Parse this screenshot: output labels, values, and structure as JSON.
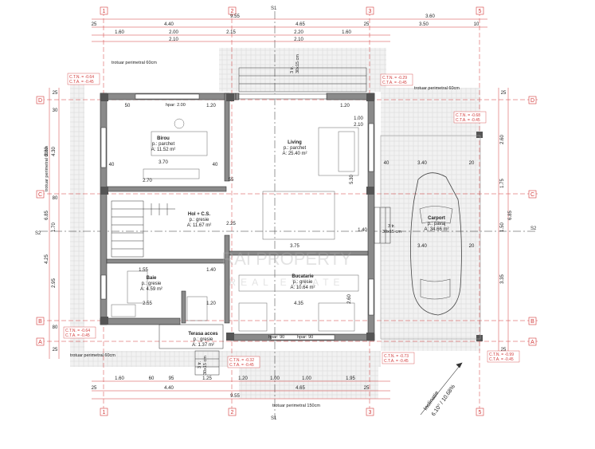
{
  "grid": {
    "vertical": [
      "1",
      "2",
      "3",
      "5"
    ],
    "horizontal": [
      "D",
      "C",
      "B",
      "A"
    ]
  },
  "section_markers": [
    "S1",
    "S1",
    "S2",
    "S2"
  ],
  "dims_top_row1": [
    "9.55",
    "3.60"
  ],
  "dims_top_row2": [
    "25",
    "4.40",
    "4.65",
    "25",
    "3.50",
    "10"
  ],
  "dims_top_row3": [
    "1.60",
    "2.00",
    "2.15",
    "2.20",
    "1.60"
  ],
  "dims_top_row4": [
    "2.10",
    "2.10"
  ],
  "dims_bottom_row1": [
    "1.60",
    "60",
    "95",
    "1.25",
    "1.20",
    "1.00",
    "1.00",
    "1.95"
  ],
  "dims_bottom_row2": [
    "25",
    "4.40",
    "4.65",
    "25"
  ],
  "dims_bottom_row3": [
    "9.55"
  ],
  "dims_left": [
    "25",
    "30",
    "4.30",
    "3.30",
    "6.85",
    "80",
    "1.70",
    "4.25",
    "2.95",
    "80",
    "25"
  ],
  "dims_right": [
    "25",
    "6.85",
    "2.60",
    "1.75",
    "1.50",
    "3.35",
    "25"
  ],
  "rooms": [
    {
      "name": "Birou",
      "floor": "p.: parchet",
      "area": "A: 11.52 m²"
    },
    {
      "name": "Living",
      "floor": "p.: parchet",
      "area": "A: 25.40 m²"
    },
    {
      "name": "Hol + C.S.",
      "floor": "p.: gresie",
      "area": "A: 11.67 m²"
    },
    {
      "name": "Baie",
      "floor": "p.: gresie",
      "area": "A: 4.59 m²"
    },
    {
      "name": "Bucatarie",
      "floor": "p.: gresie",
      "area": "A: 10.64 m²"
    },
    {
      "name": "Terasa acces",
      "floor": "p.: gresie",
      "area": "A: 1.37 m²"
    },
    {
      "name": "Carport",
      "floor": "p.: pavaj",
      "area": "A: 34.66 m²"
    }
  ],
  "annotations": {
    "sidewalk_top": "trotuar perimetral 60cm",
    "sidewalk_right": "trotuar perimetral 60cm",
    "sidewalk_left": "trotuar perimetral 60cm",
    "sidewalk_bottom_left": "trotuar perimetral 60cm",
    "sidewalk_bottom": "trotuar perimetral 150cm",
    "steps_top": "3 tr.",
    "steps_top_size": "30x15 cm",
    "steps_right": "3 tr.",
    "steps_right_size": "30x15 cm",
    "steps_bottom": "3 tr.",
    "steps_bottom_size": "30x15 cm",
    "slope": "Inclinatie",
    "slope_value": "6.10° / 10.68%",
    "hparap_1": "hpar: 2.00",
    "hparap_2": "hpar: 90",
    "hparap_3": "hpar: 90"
  },
  "levels": [
    {
      "a": "C.T.N. = -0.64",
      "b": "C.T.A. = -0.45"
    },
    {
      "a": "C.T.N. = -0.29",
      "b": "C.T.A. = -0.45"
    },
    {
      "a": "C.T.N. = -0.68",
      "b": "C.T.A. = -0.45"
    },
    {
      "a": "C.T.N. = -0.64",
      "b": "C.T.A. = -0.45"
    },
    {
      "a": "C.T.N. = -0.32",
      "b": "C.T.A. = -0.45"
    },
    {
      "a": "C.T.N. = -0.73",
      "b": "C.T.A. = -0.45"
    },
    {
      "a": "C.T.N. = -0.99",
      "b": "C.T.A. = -0.45"
    }
  ],
  "interior_dims": [
    "50",
    "1.20",
    "1.20",
    "3.70",
    "2.70",
    "40",
    "40",
    "55",
    "2.25",
    "3.75",
    "3.40",
    "40",
    "20",
    "3.40",
    "20",
    "1.55",
    "1.40",
    "2.55",
    "1.20",
    "4.35",
    "1.00",
    "2.10",
    "2.60",
    "5.30",
    "1.40"
  ],
  "watermark": {
    "line1": "RAI PROPERTY",
    "line2": "REAL ESTATE"
  },
  "colors": {
    "wall": "#8a8a8a",
    "dim": "#d23a3a",
    "grid": "#d23a3a",
    "line": "#333333",
    "hatch": "#c8c8c8"
  }
}
